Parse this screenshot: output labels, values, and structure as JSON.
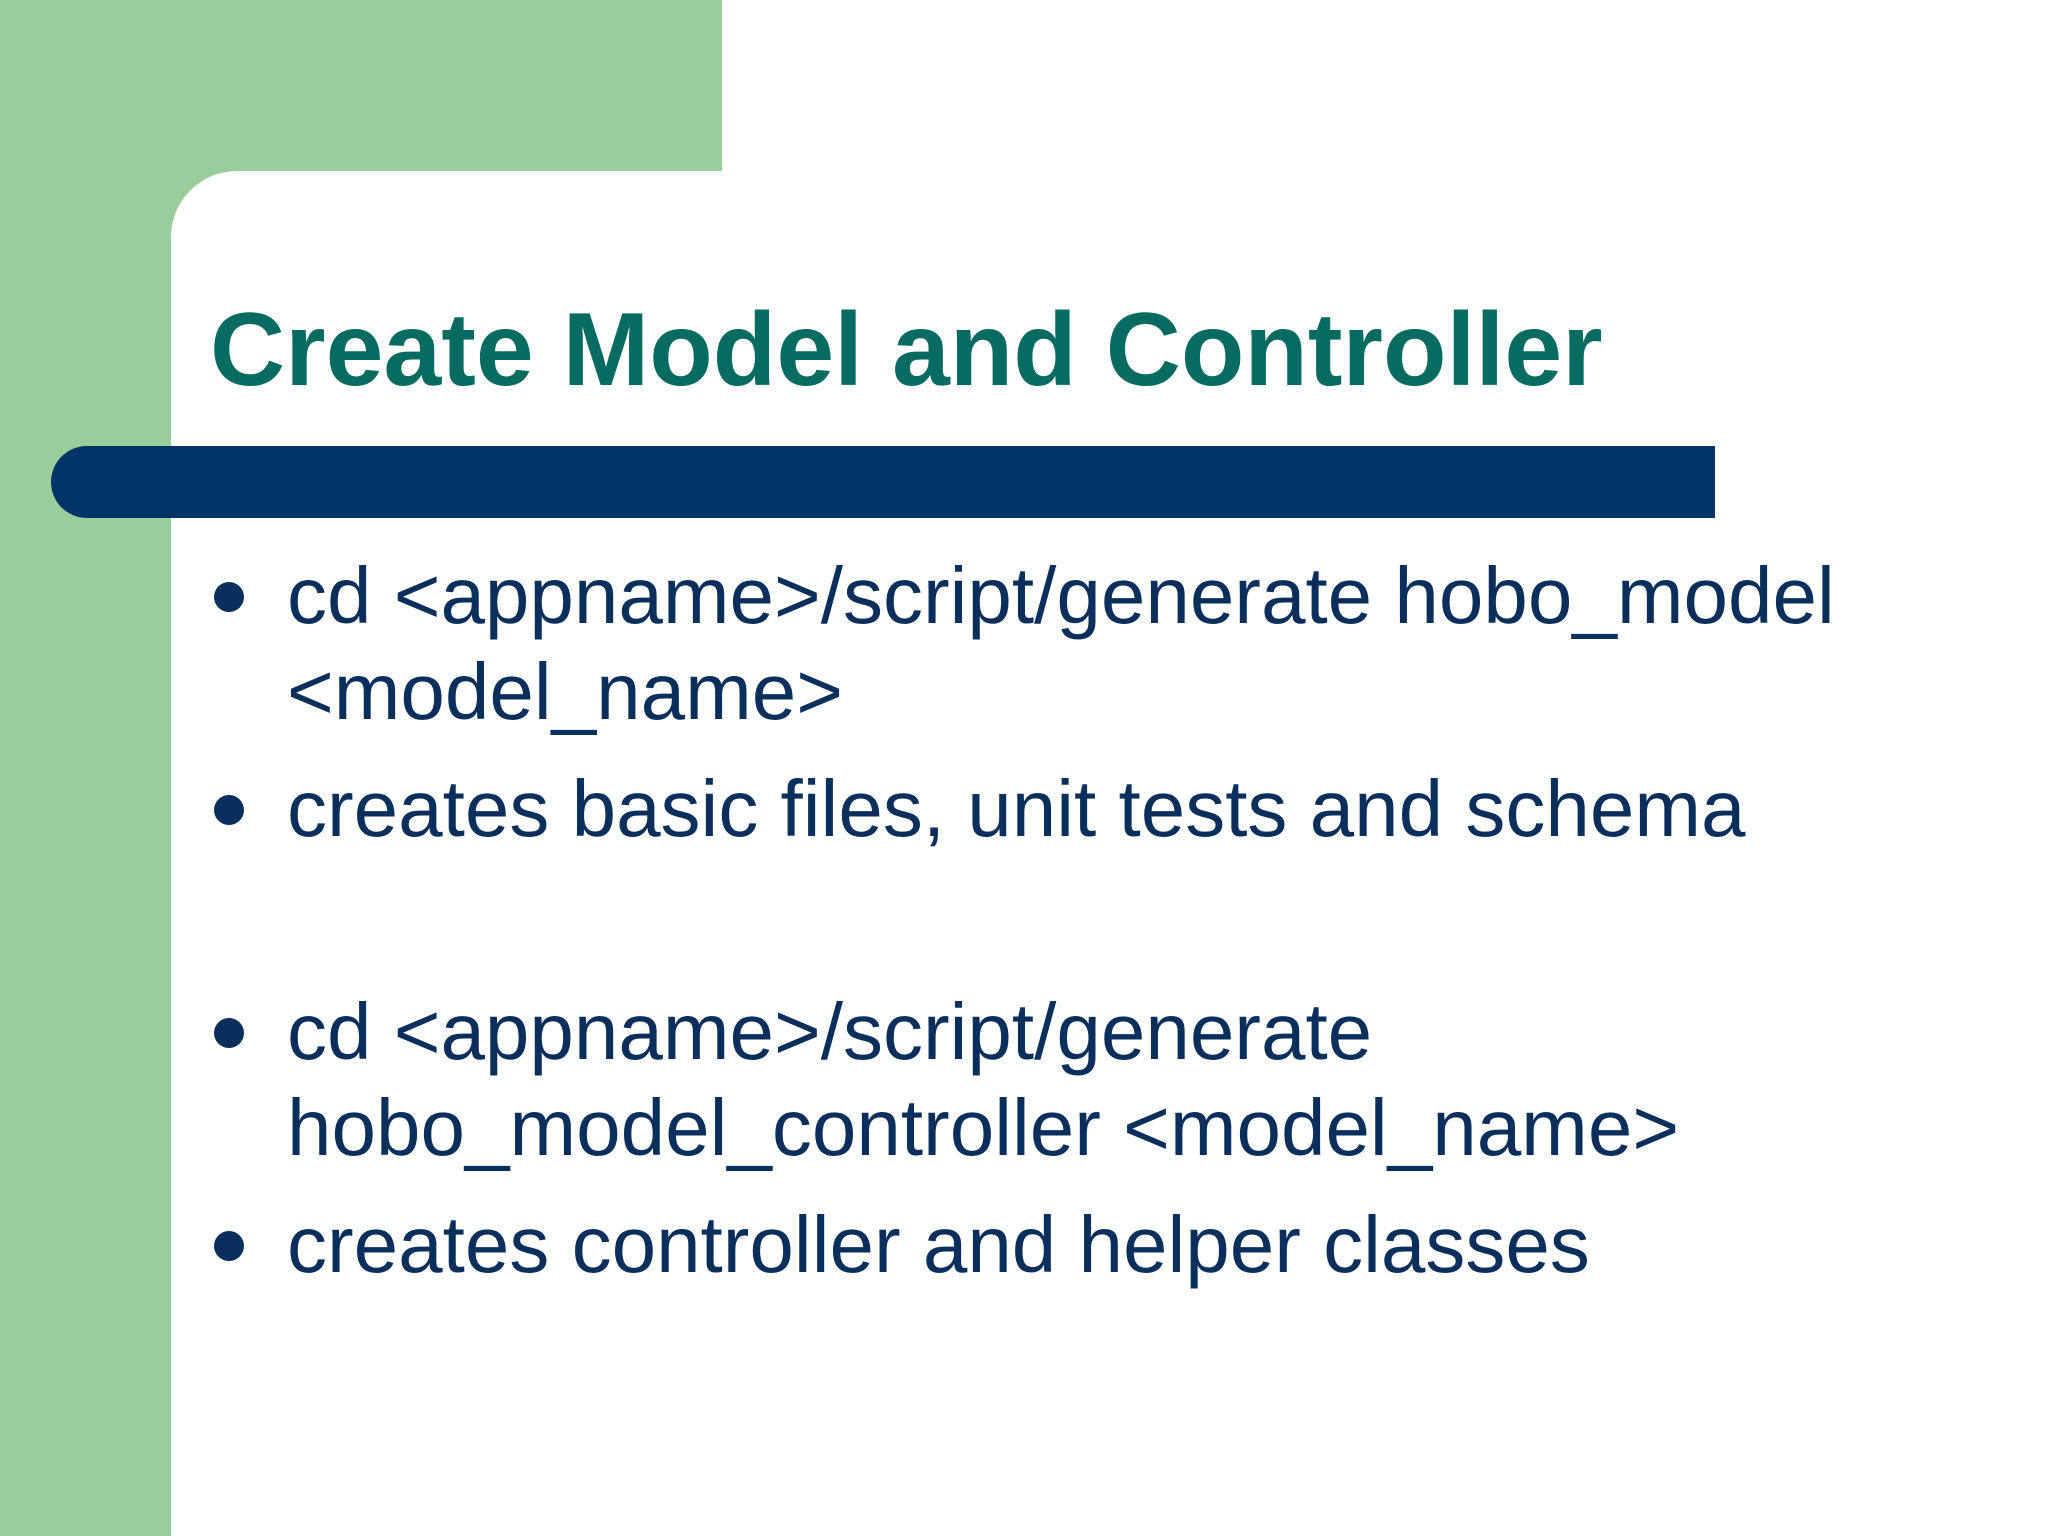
{
  "slide": {
    "title": "Create Model and Controller",
    "bullets": [
      {
        "lines": [
          "cd <appname>/script/generate hobo_model",
          "<model_name>"
        ]
      },
      {
        "lines": [
          "creates basic files, unit tests and schema"
        ]
      },
      {
        "lines": [
          "cd <appname>/script/generate",
          "hobo_model_controller <model_name>"
        ]
      },
      {
        "lines": [
          "creates controller and helper classes"
        ]
      }
    ]
  },
  "colors": {
    "accent_green": "#9acd9c",
    "title_teal": "#076b61",
    "bar_navy": "#003366",
    "body_text": "#0a2f5c"
  }
}
